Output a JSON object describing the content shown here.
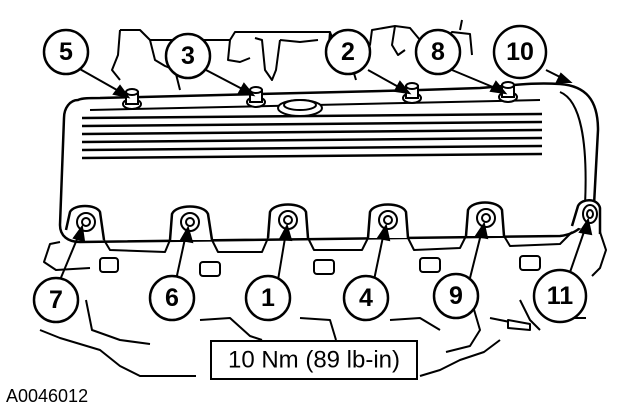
{
  "callouts": [
    {
      "id": "c5",
      "text": "5"
    },
    {
      "id": "c3",
      "text": "3"
    },
    {
      "id": "c2",
      "text": "2"
    },
    {
      "id": "c8",
      "text": "8"
    },
    {
      "id": "c10",
      "text": "10"
    },
    {
      "id": "c7",
      "text": "7"
    },
    {
      "id": "c6",
      "text": "6"
    },
    {
      "id": "c1",
      "text": "1"
    },
    {
      "id": "c4",
      "text": "4"
    },
    {
      "id": "c9",
      "text": "9"
    },
    {
      "id": "c11",
      "text": "11"
    }
  ],
  "torque_spec": "10 Nm (89 lb-in)",
  "figure_id": "A0046012",
  "colors": {
    "ink": "#000000",
    "paper": "#ffffff"
  }
}
